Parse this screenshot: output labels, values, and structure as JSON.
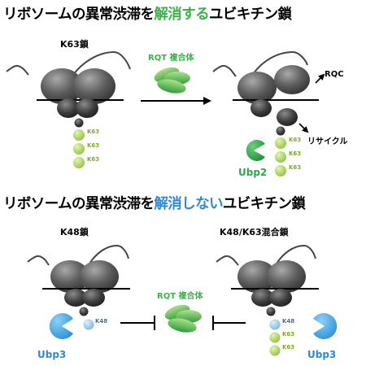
{
  "top": {
    "title_pre": "リボソームの異常渋滞を",
    "title_highlight": "解消する",
    "title_post": "ユビキチン鎖",
    "chain_label": "K63鎖",
    "complex_label": "RQT 複合体",
    "rqc_label": "RQC",
    "recycle_label": "リサイクル",
    "dub_label": "Ubp2",
    "link_labels": [
      "K63",
      "K63",
      "K63"
    ],
    "right_link_labels": [
      "K63",
      "K63",
      "K63"
    ]
  },
  "bottom": {
    "title_pre": "リボソームの異常渋滞を",
    "title_highlight": "解消しない",
    "title_post": "ユビキチン鎖",
    "left_chain_label": "K48鎖",
    "right_chain_label": "K48/K63混合鎖",
    "complex_label": "RQT 複合体",
    "left_link_label": "K48",
    "right_link_labels": [
      "K48",
      "K63",
      "K63"
    ],
    "left_dub_label": "Ubp3",
    "right_dub_label": "Ubp3"
  },
  "colors": {
    "green_highlight": "#3bb14a",
    "blue_highlight": "#2f8ad6",
    "ubiquitin_green": "#a6cf4f",
    "ubiquitin_blue_light": "#8fc7ee",
    "dub_green": "#2fa84a",
    "dub_blue": "#3aa3e3",
    "ribosome_gray": "#555555"
  }
}
